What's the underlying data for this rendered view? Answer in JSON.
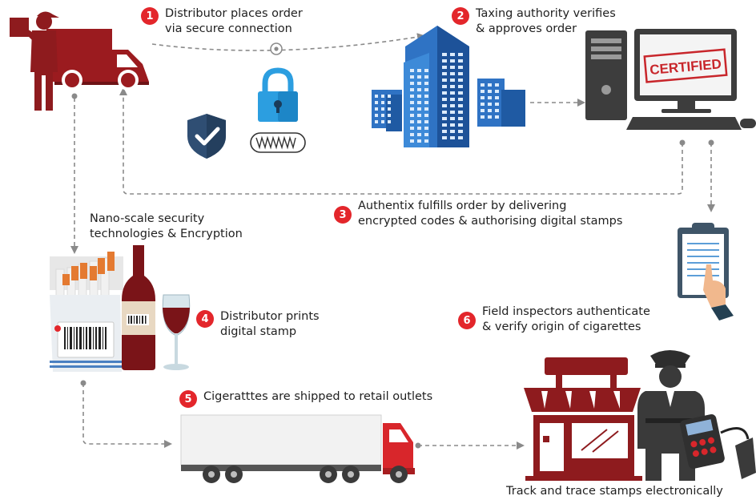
{
  "steps": [
    {
      "num": "1",
      "line1": "Distributor places order",
      "line2": "via secure connection"
    },
    {
      "num": "2",
      "line1": "Taxing authority verifies",
      "line2": "& approves order"
    },
    {
      "num": "3",
      "line1": "Authentix fulfills order by delivering",
      "line2": "encrypted codes & authorising digital stamps"
    },
    {
      "num": "4",
      "line1": "Distributor prints",
      "line2": "digital stamp"
    },
    {
      "num": "5",
      "line1": "Cigeratttes are shipped to retail outlets",
      "line2": ""
    },
    {
      "num": "6",
      "line1": "Field inspectors authenticate",
      "line2": "& verify origin of cigarettes"
    }
  ],
  "labels": {
    "nano_line1": "Nano-scale security",
    "nano_line2": "technologies & Encryption",
    "track": "Track and trace stamps electronically",
    "certified": "CERTIFIED"
  },
  "colors": {
    "accent_red": "#e3262b",
    "dark_red": "#8e1b1e",
    "building_blue": "#2f73c4",
    "dark_gray": "#3b3b3b",
    "arrow_gray": "#8a8a8a"
  },
  "icons": [
    "delivery-van-icon",
    "padlock-icon",
    "shield-check-icon",
    "building-icon",
    "computer-icon",
    "clipboard-icon",
    "cigarette-pack-icon",
    "wine-bottle-icon",
    "wine-glass-icon",
    "truck-icon",
    "store-icon",
    "inspector-icon",
    "scanner-icon"
  ]
}
